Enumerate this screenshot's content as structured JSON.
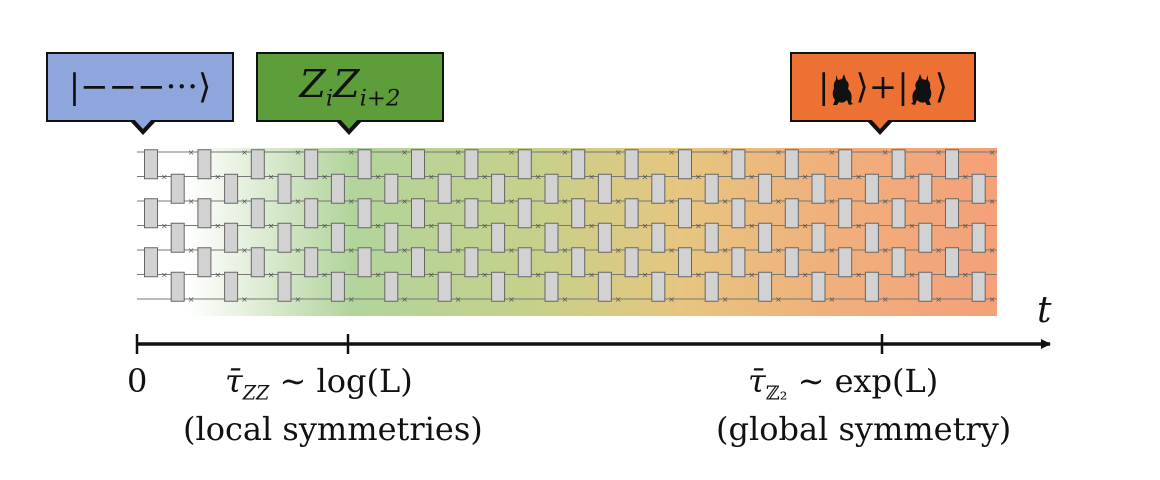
{
  "states": {
    "initial": "|−−−···⟩",
    "intermediate_main": "Z",
    "intermediate_sub1": "i",
    "intermediate_sub2": "i+2",
    "final_left": "|",
    "final_mid": "⟩+|",
    "final_right": "⟩"
  },
  "axis": {
    "label": "t",
    "ticks": {
      "start": "0",
      "zz": "τ̄",
      "zz_sub": "ZZ",
      "zz_rel": " ∼ log(L)",
      "z2": "τ̄",
      "z2_sub": "ℤ₂",
      "z2_rel": " ∼ exp(L)"
    }
  },
  "descriptions": {
    "local": "(local symmetries)",
    "global": "(global symmetry)"
  },
  "colors": {
    "blue": "#8fa6dc",
    "green": "#5e9e3a",
    "orange": "#ed7132",
    "gate": "#d2d2d2"
  },
  "circuit": {
    "wires": 7,
    "layers": 32
  }
}
